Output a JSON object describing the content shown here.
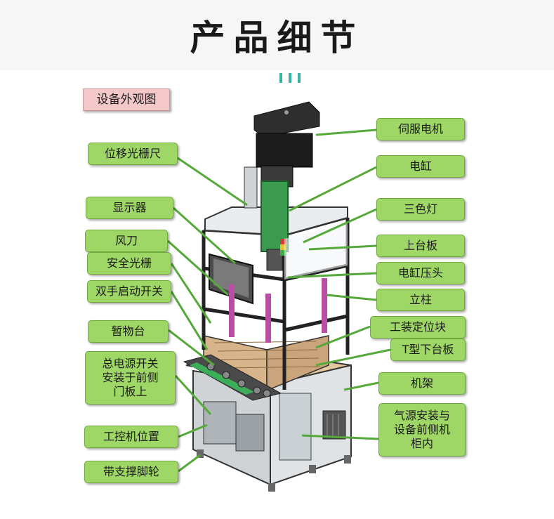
{
  "title": "产品细节",
  "section_label": "设备外观图",
  "colors": {
    "callout_fill": "#9fd767",
    "leader_line": "#55a83a",
    "section_fill": "#f4c7c9",
    "accent": "#35b5a2"
  },
  "callouts": {
    "servo_motor": "伺服电机",
    "electric_cylinder": "电缸",
    "tri_color_light": "三色灯",
    "upper_plate": "上台板",
    "cylinder_head": "电缸压头",
    "column": "立柱",
    "fixture_block": "工装定位块",
    "t_lower_plate": "T型下台板",
    "frame": "机架",
    "air_source": "气源安装与\n设备前侧机\n柜内",
    "grating_ruler": "位移光栅尺",
    "display": "显示器",
    "air_knife": "风刀",
    "safety_curtain": "安全光栅",
    "two_hand_switch": "双手启动开关",
    "staging_table": "暂物台",
    "main_power_switch": "总电源开关\n安装于前侧\n门板上",
    "ipc_position": "工控机位置",
    "caster_wheel": "带支撑脚轮"
  }
}
